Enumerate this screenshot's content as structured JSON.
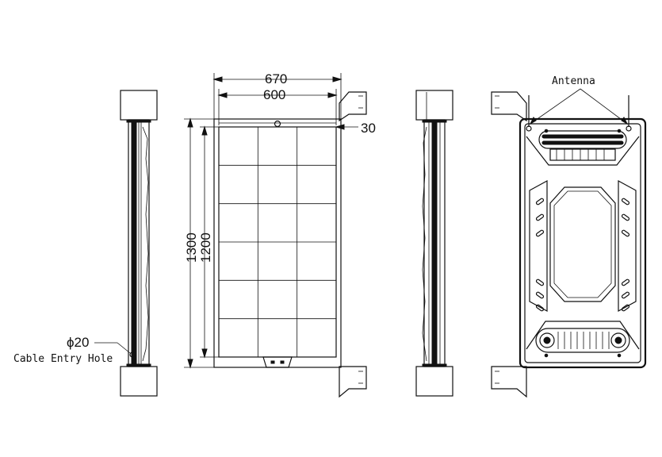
{
  "dimensions": {
    "overall_width": "670",
    "panel_width": "600",
    "frame_thickness": "30",
    "overall_height": "1300",
    "panel_height": "1200",
    "hole_diameter": "ϕ20"
  },
  "labels": {
    "antenna": "Antenna",
    "cable_entry_hole": "Cable Entry Hole"
  },
  "panel_grid": {
    "columns": 3,
    "rows": 6
  },
  "colors": {
    "line": "#111111",
    "background": "#ffffff"
  }
}
